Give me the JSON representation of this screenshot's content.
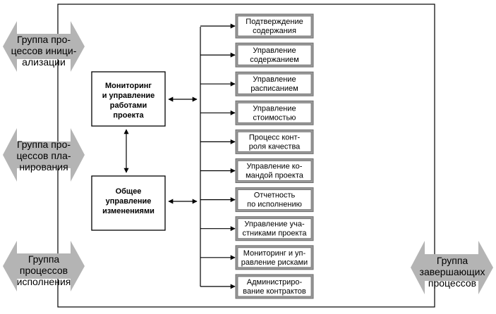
{
  "initiating_group": [
    "Группа про-",
    "цессов иници-",
    "ализации"
  ],
  "planning_group": [
    "Группа про-",
    "цессов пла-",
    "нирования"
  ],
  "executing_group": [
    "Группа",
    "процессов",
    "исполнения"
  ],
  "closing_group": [
    "Группа",
    "завершающих",
    "процессов"
  ],
  "monitoring_box": [
    "Мониторинг",
    "и управление",
    "работами",
    "проекта"
  ],
  "change_box": [
    "Общее",
    "управление",
    "изменениями"
  ],
  "processes": [
    [
      "Подтверждение",
      "содержания"
    ],
    [
      "Управление",
      "содержанием"
    ],
    [
      "Управление",
      "расписанием"
    ],
    [
      "Управление",
      "стоимостью"
    ],
    [
      "Процесс конт-",
      "роля качества"
    ],
    [
      "Управление ко-",
      "мандой проекта"
    ],
    [
      "Отчетность",
      "по исполнению"
    ],
    [
      "Управление уча-",
      "стниками проекта"
    ],
    [
      "Мониторинг и уп-",
      "равление рисками"
    ],
    [
      "Администриро-",
      "вание контрактов"
    ]
  ],
  "colors": {
    "arrow_fill": "#b4b4b4",
    "box_border": "#9a9a9a",
    "line": "#000000"
  }
}
